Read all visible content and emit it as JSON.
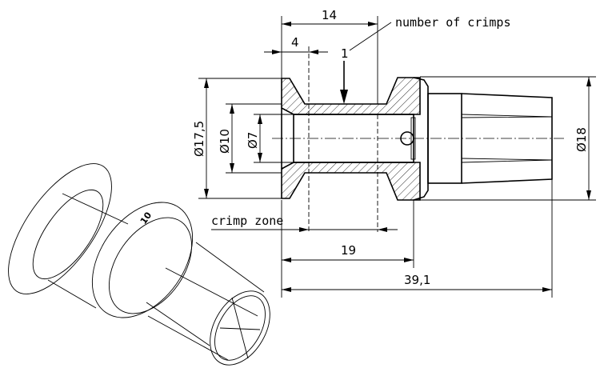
{
  "drawing": {
    "dimensions": {
      "length_14": "14",
      "length_4": "4",
      "crimp_count": "1",
      "diameter_17_5": "Ø17,5",
      "diameter_10": "Ø10",
      "diameter_7": "Ø7",
      "diameter_18": "Ø18",
      "length_19": "19",
      "length_39_1": "39,1"
    },
    "annotations": {
      "number_of_crimps": "number of crimps",
      "crimp_zone": "crimp zone",
      "iso_marking": "10"
    }
  }
}
